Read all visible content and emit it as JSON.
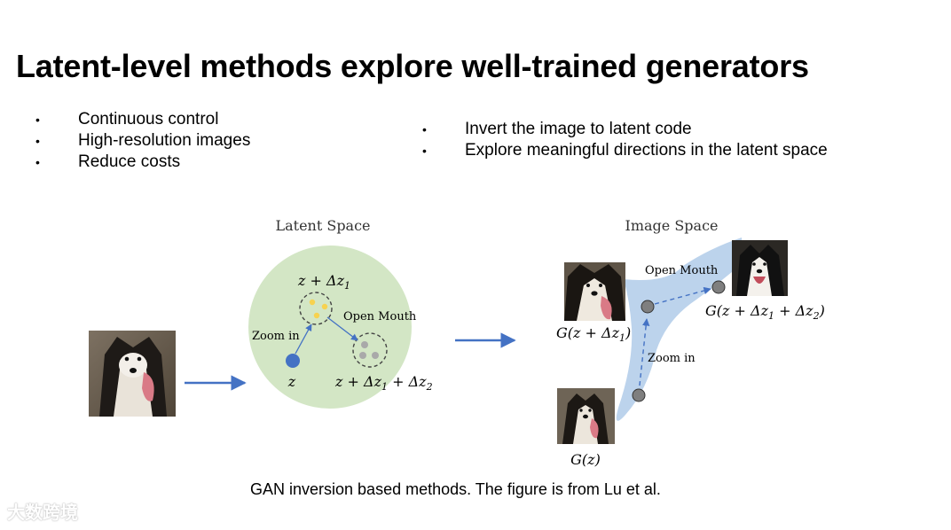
{
  "slide": {
    "title": "Latent-level methods explore well-trained generators",
    "bullets_left": [
      "Continuous control",
      "High-resolution images",
      "Reduce costs"
    ],
    "bullets_right": [
      "Invert the image to latent code",
      "Explore meaningful directions  in the latent space"
    ],
    "bullet_glyph": "•",
    "caption": "GAN inversion based methods. The figure is from Lu et al.",
    "watermark": "大数跨境"
  },
  "diagram": {
    "latent_space": {
      "title": "Latent Space",
      "z_label": "z",
      "zoom_label": "Zoom in",
      "mouth_label": "Open Mouth",
      "zoom_point_label": "z + Δz",
      "zoom_point_sub": "1",
      "mouth_point_label": "z + Δz",
      "mouth_point_sub1": "1",
      "mouth_point_mid": " + Δz",
      "mouth_point_sub2": "2",
      "region_color": "#d3e6c5",
      "z_color": "#4472c4",
      "zoom_dots_color": "#f7d24f",
      "mouth_dots_color": "#a9a9a9"
    },
    "image_space": {
      "title": "Image Space",
      "mouth_label": "Open Mouth",
      "zoom_label": "Zoom in",
      "gz_label": "G(z)",
      "zoom_img_label": "G(z + Δz",
      "zoom_img_sub": "1",
      "zoom_img_end": ")",
      "mouth_img_label": "G(z + Δz",
      "mouth_img_sub1": "1",
      "mouth_img_mid": " + Δz",
      "mouth_img_sub2": "2",
      "mouth_img_end": ")",
      "manifold_color": "#bcd3ec",
      "arrow_color": "#4472c4"
    }
  }
}
